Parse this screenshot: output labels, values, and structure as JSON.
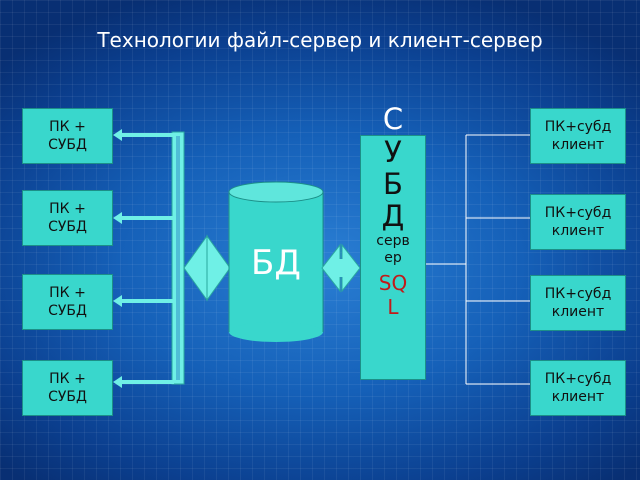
{
  "title": "Технологии файл-сервер и клиент-сервер",
  "left_clients": [
    "ПК +\nСУБД",
    "ПК +\nСУБД",
    "ПК +\nСУБД",
    "ПК +\nСУБД"
  ],
  "database": "БД",
  "server": {
    "letters": [
      "С",
      "У",
      "Б",
      "Д"
    ],
    "subtitle": "серв\nер",
    "sql": "SQ\nL"
  },
  "right_clients": [
    "ПК+субд\nклиент",
    "ПК+субд\nклиент",
    "ПК+субд\nклиент",
    "ПК+субд\nклиент"
  ],
  "colors": {
    "box_fill": "#39d7cc",
    "connector": "#6ff0e6",
    "sql_text": "#c11a1a"
  }
}
